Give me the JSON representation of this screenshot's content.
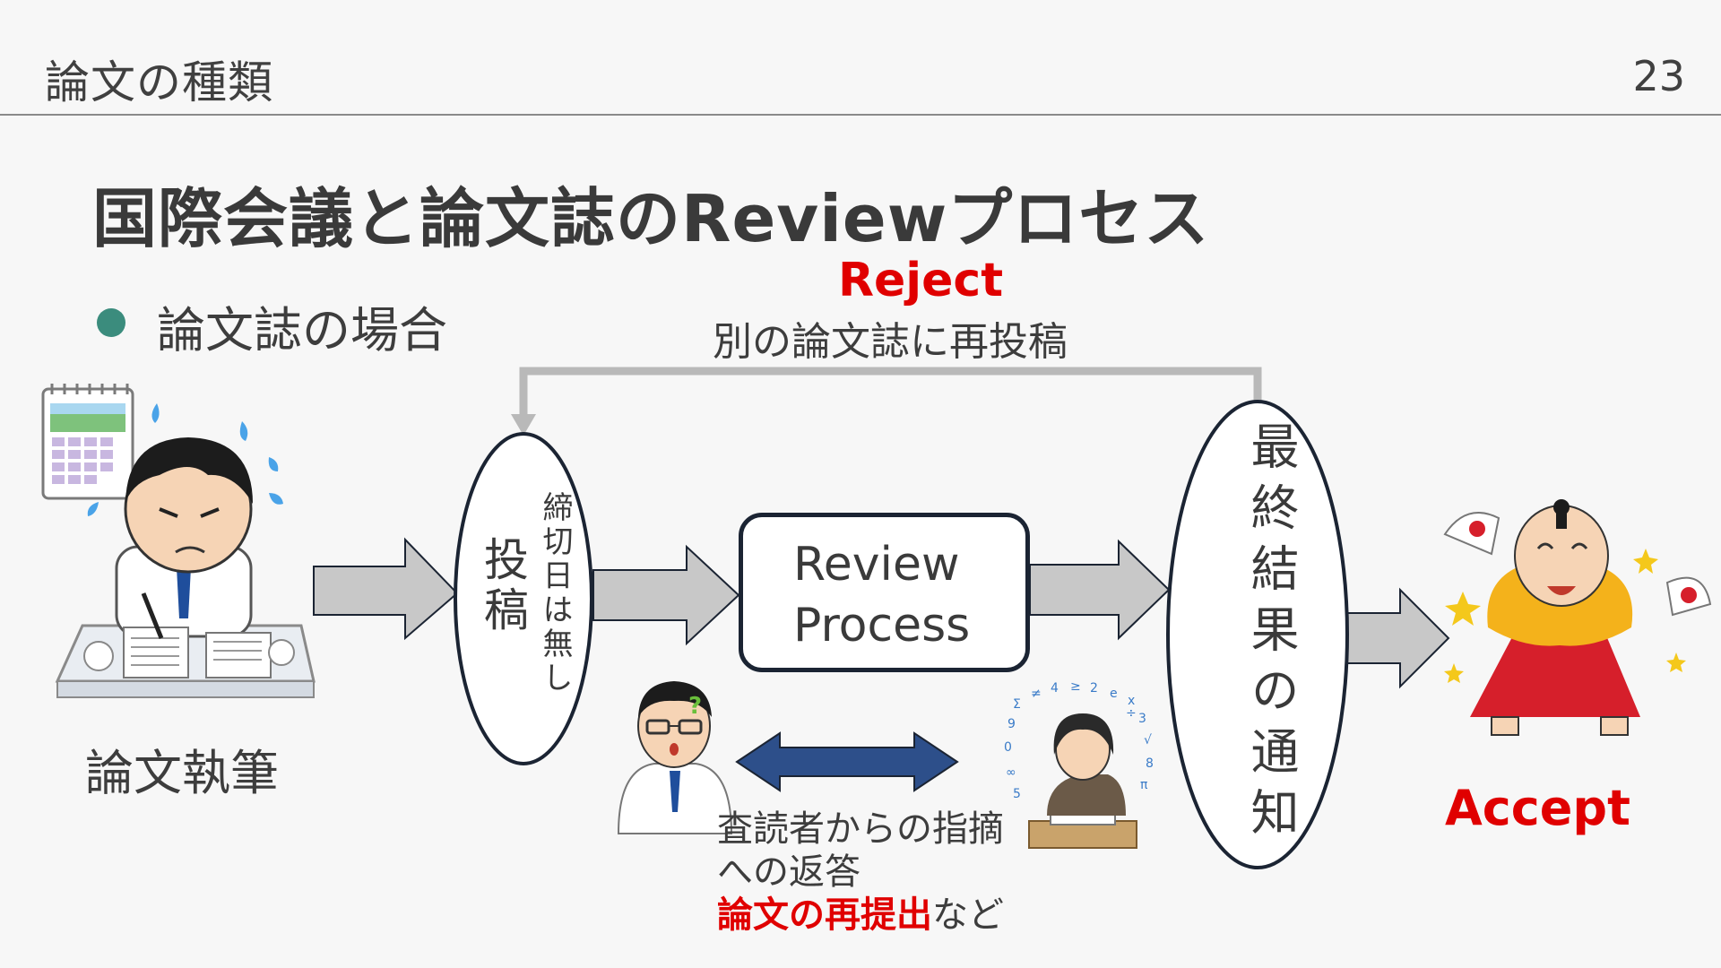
{
  "header": {
    "title": "論文の種類",
    "page_number": "23"
  },
  "slide": {
    "title": "国際会議と論文誌のReviewプロセス",
    "bullet": "論文誌の場合"
  },
  "diagram": {
    "author_label": "論文執筆",
    "submit": "投稿",
    "deadline_note": "締切日は無し",
    "review_process_line1": "Review",
    "review_process_line2": "Process",
    "final_notice": "最終結果の通知",
    "reject_label": "Reject",
    "reject_sub": "別の論文誌に再投稿",
    "accept_label": "Accept",
    "response_line1": "査読者からの指摘",
    "response_line2": "への返答",
    "response_line3_red": "論文の再提出",
    "response_line3_rest": "など"
  },
  "colors": {
    "accent_red": "#e00000",
    "bullet_teal": "#3b8c7d",
    "double_arrow_blue": "#2d4f8a",
    "arrow_gray": "#c8c8c8"
  },
  "icons": [
    "calendar-icon",
    "stressed-writer-illustration",
    "puzzled-reviewer-illustration",
    "thinking-author-illustration",
    "celebrating-person-illustration"
  ]
}
